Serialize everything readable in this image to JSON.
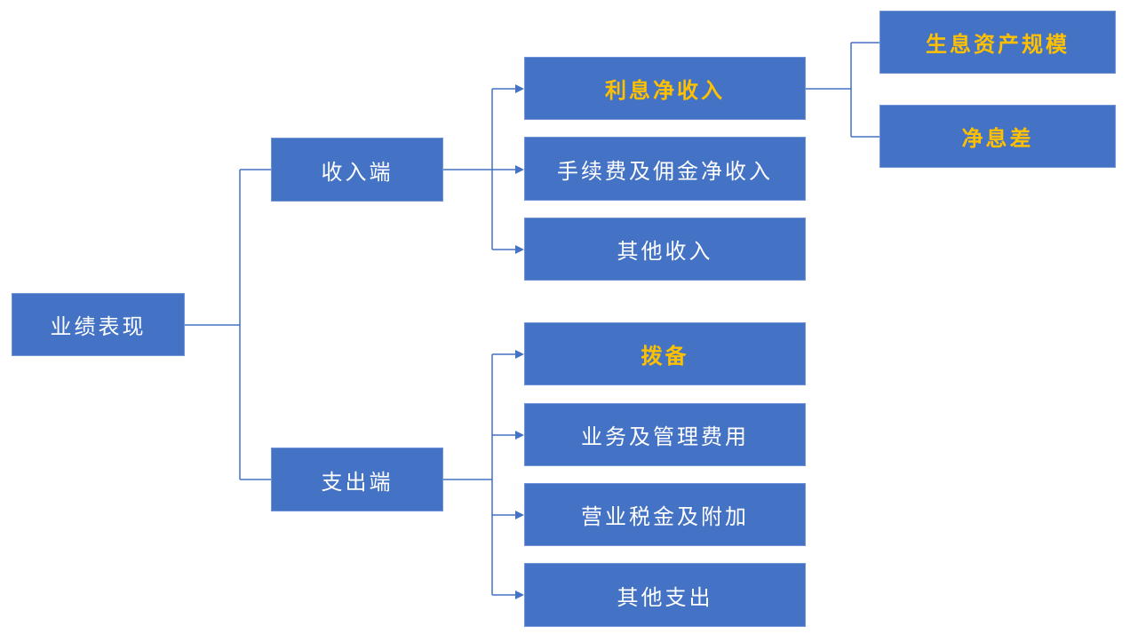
{
  "diagram": {
    "type": "tree",
    "colors": {
      "box_fill": "#4472c4",
      "text": "#ffffff",
      "highlight_text": "#ffc000",
      "connector": "#4472c4"
    },
    "root": {
      "id": "performance",
      "label": "业绩表现"
    },
    "branches": [
      {
        "id": "income",
        "label": "收入端",
        "parent": "performance",
        "children": [
          {
            "id": "nii",
            "label": "利息净收入",
            "highlight": true,
            "children": [
              {
                "id": "assets",
                "label": "生息资产规模",
                "highlight": true
              },
              {
                "id": "nim",
                "label": "净息差",
                "highlight": true
              }
            ]
          },
          {
            "id": "fee",
            "label": "手续费及佣金净收入",
            "highlight": false
          },
          {
            "id": "other-income",
            "label": "其他收入",
            "highlight": false
          }
        ]
      },
      {
        "id": "expense",
        "label": "支出端",
        "parent": "performance",
        "children": [
          {
            "id": "provision",
            "label": "拨备",
            "highlight": true
          },
          {
            "id": "opex",
            "label": "业务及管理费用",
            "highlight": false
          },
          {
            "id": "tax",
            "label": "营业税金及附加",
            "highlight": false
          },
          {
            "id": "other-expense",
            "label": "其他支出",
            "highlight": false
          }
        ]
      }
    ]
  }
}
